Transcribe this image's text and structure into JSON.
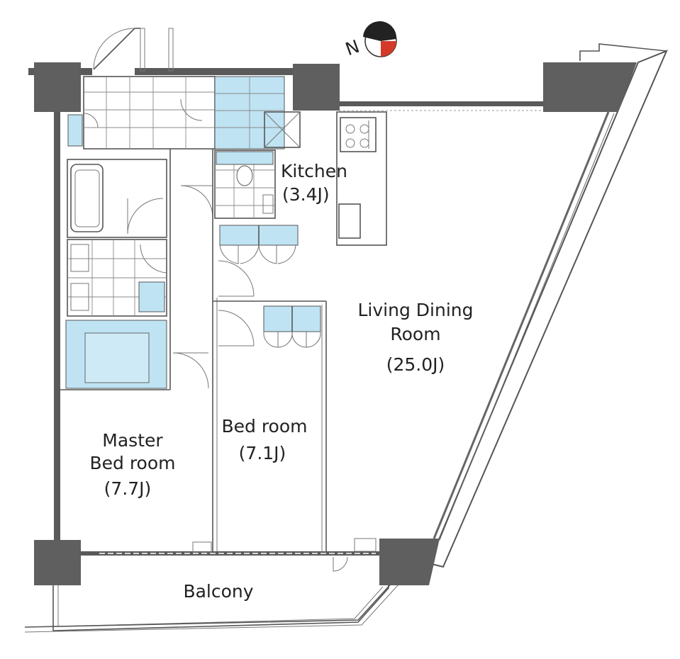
{
  "compass": {
    "label": "N"
  },
  "rooms": {
    "kitchen": {
      "name": "Kitchen",
      "size": "(3.4J)"
    },
    "living": {
      "name_line1": "Living Dining",
      "name_line2": "Room",
      "size": "(25.0J)"
    },
    "master": {
      "name_line1": "Master",
      "name_line2": "Bed room",
      "size": "(7.7J)"
    },
    "bedroom": {
      "name": "Bed room",
      "size": "(7.1J)"
    },
    "balcony": {
      "name": "Balcony"
    }
  },
  "colors": {
    "wall": "#5a5a5a",
    "fixture_blue": "#bfe3f3"
  }
}
